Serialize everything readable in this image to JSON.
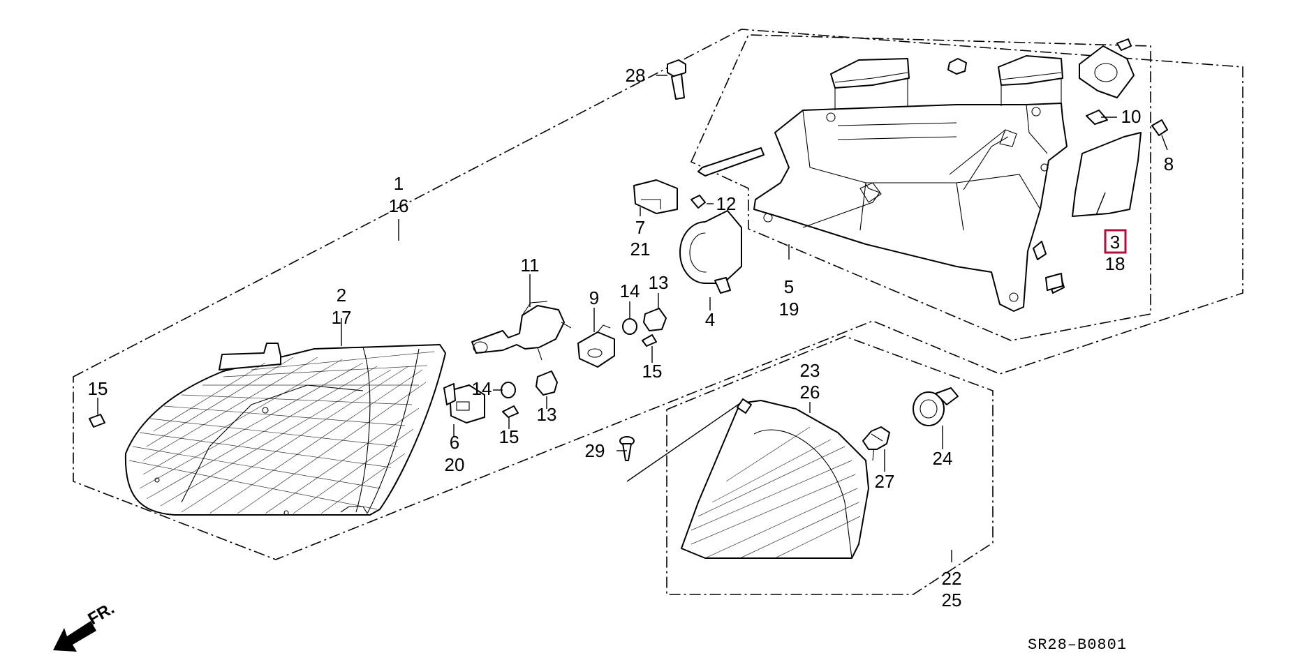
{
  "diagram": {
    "callouts": [
      {
        "id": "c1",
        "nums": [
          "1",
          "16"
        ]
      },
      {
        "id": "c2",
        "nums": [
          "2",
          "17"
        ]
      },
      {
        "id": "c3",
        "nums": [
          "3",
          "18"
        ],
        "highlighted": true,
        "highlight_color": "#b0103a"
      },
      {
        "id": "c4",
        "nums": [
          "4"
        ]
      },
      {
        "id": "c5",
        "nums": [
          "5",
          "19"
        ]
      },
      {
        "id": "c6",
        "nums": [
          "6",
          "20"
        ]
      },
      {
        "id": "c7",
        "nums": [
          "7",
          "21"
        ]
      },
      {
        "id": "c8",
        "nums": [
          "8"
        ]
      },
      {
        "id": "c9",
        "nums": [
          "9"
        ]
      },
      {
        "id": "c10",
        "nums": [
          "10"
        ]
      },
      {
        "id": "c11",
        "nums": [
          "11"
        ]
      },
      {
        "id": "c12",
        "nums": [
          "12"
        ]
      },
      {
        "id": "c13a",
        "nums": [
          "13"
        ]
      },
      {
        "id": "c13b",
        "nums": [
          "13"
        ]
      },
      {
        "id": "c14a",
        "nums": [
          "14"
        ]
      },
      {
        "id": "c14b",
        "nums": [
          "14"
        ]
      },
      {
        "id": "c15a",
        "nums": [
          "15"
        ]
      },
      {
        "id": "c15b",
        "nums": [
          "15"
        ]
      },
      {
        "id": "c15c",
        "nums": [
          "15"
        ]
      },
      {
        "id": "c22",
        "nums": [
          "22",
          "25"
        ]
      },
      {
        "id": "c23",
        "nums": [
          "23",
          "26"
        ]
      },
      {
        "id": "c24",
        "nums": [
          "24"
        ]
      },
      {
        "id": "c27",
        "nums": [
          "27"
        ]
      },
      {
        "id": "c28",
        "nums": [
          "28"
        ]
      },
      {
        "id": "c29",
        "nums": [
          "29"
        ]
      }
    ],
    "direction_label": "FR.",
    "diagram_code": "SR28–B0801"
  }
}
